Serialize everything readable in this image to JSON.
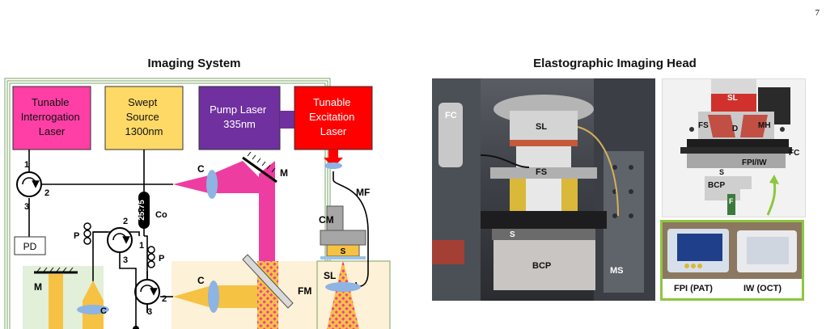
{
  "page_number": "7",
  "left_figure": {
    "title": "Imaging System",
    "boxes": {
      "tunable_interrogation": "Tunable\nInterrogation\nLaser",
      "swept_source": "Swept\nSource\n1300nm",
      "pump_laser": "Pump Laser\n335nm",
      "tunable_excitation": "Tunable\nExcitation\nLaser",
      "pd": "PD"
    },
    "labels": {
      "circ1_port1": "1",
      "circ1_port2": "2",
      "circ1_port3": "3",
      "circ2_port1": "1",
      "circ2_port2": "2",
      "circ2_port3": "3",
      "circ3_port2": "2",
      "circ3_port3": "3",
      "coupler_ratio": "25:75",
      "co": "Co",
      "p_upper": "P",
      "p_lower": "P",
      "c_top": "C",
      "c_mid": "C",
      "c_left": "C",
      "m_top": "M",
      "m_left": "M",
      "mf": "MF",
      "cm": "CM",
      "s": "S",
      "sl": "SL",
      "fm": "FM"
    },
    "colors": {
      "interrogation": "#ff3fa6",
      "swept": "#ffd966",
      "pump": "#7030a0",
      "excitation": "#ff0000",
      "beam_pink": "#ee3da0",
      "beam_yellow": "#f6c243",
      "lens": "#8db4e2",
      "bg_yellow": "#fdf1d8",
      "bg_green": "#e2efd9"
    }
  },
  "right_figure": {
    "title": "Elastographic Imaging Head",
    "photo_main_labels": {
      "fc": "FC",
      "sl": "SL",
      "fs": "FS",
      "s": "S",
      "bcp": "BCP",
      "ms": "MS"
    },
    "photo_side_labels": {
      "sl": "SL",
      "fs": "FS",
      "d": "D",
      "mh": "MH",
      "fc": "FC",
      "fpi_iw": "FPI/IW",
      "s": "S",
      "bcp": "BCP",
      "f": "F"
    },
    "inset_labels": {
      "fpi": "FPI (PAT)",
      "iw": "IW (OCT)"
    },
    "colors": {
      "inset_border": "#8dc63f"
    }
  }
}
